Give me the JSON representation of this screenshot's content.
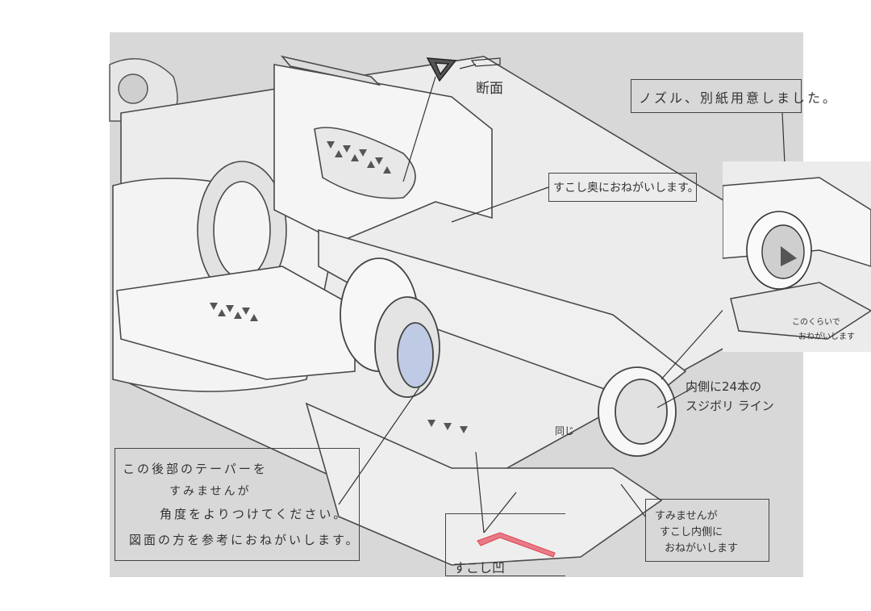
{
  "annotations": {
    "cross_section": "断面",
    "nozzle_note": "ノズル、別紙用意しました。",
    "slightly_back": "すこし奥におねがいします。",
    "inner_lines_1": "内側に24本の",
    "inner_lines_2": "スジボリ ライン",
    "same": "同じ",
    "rear_taper_1": "この後部のテーパーを",
    "rear_taper_2": "すみませんが",
    "rear_taper_3": "角度をよりつけてください。",
    "rear_taper_4": "図面の方を参考におねがいします。",
    "slightly_concave": "すこし凹",
    "inside_note_1": "すみませんが",
    "inside_note_2": "すこし内側に",
    "inside_note_3": "おねがいします",
    "inset_note_1": "このくらいで",
    "inset_note_2": "おねがいします"
  },
  "colors": {
    "paper": "#ffffff",
    "sketch_bg": "#d8d8d8",
    "line": "#3a3a3a",
    "highlight": "#e87a8a",
    "blue_shade": "#9fb3d8"
  }
}
